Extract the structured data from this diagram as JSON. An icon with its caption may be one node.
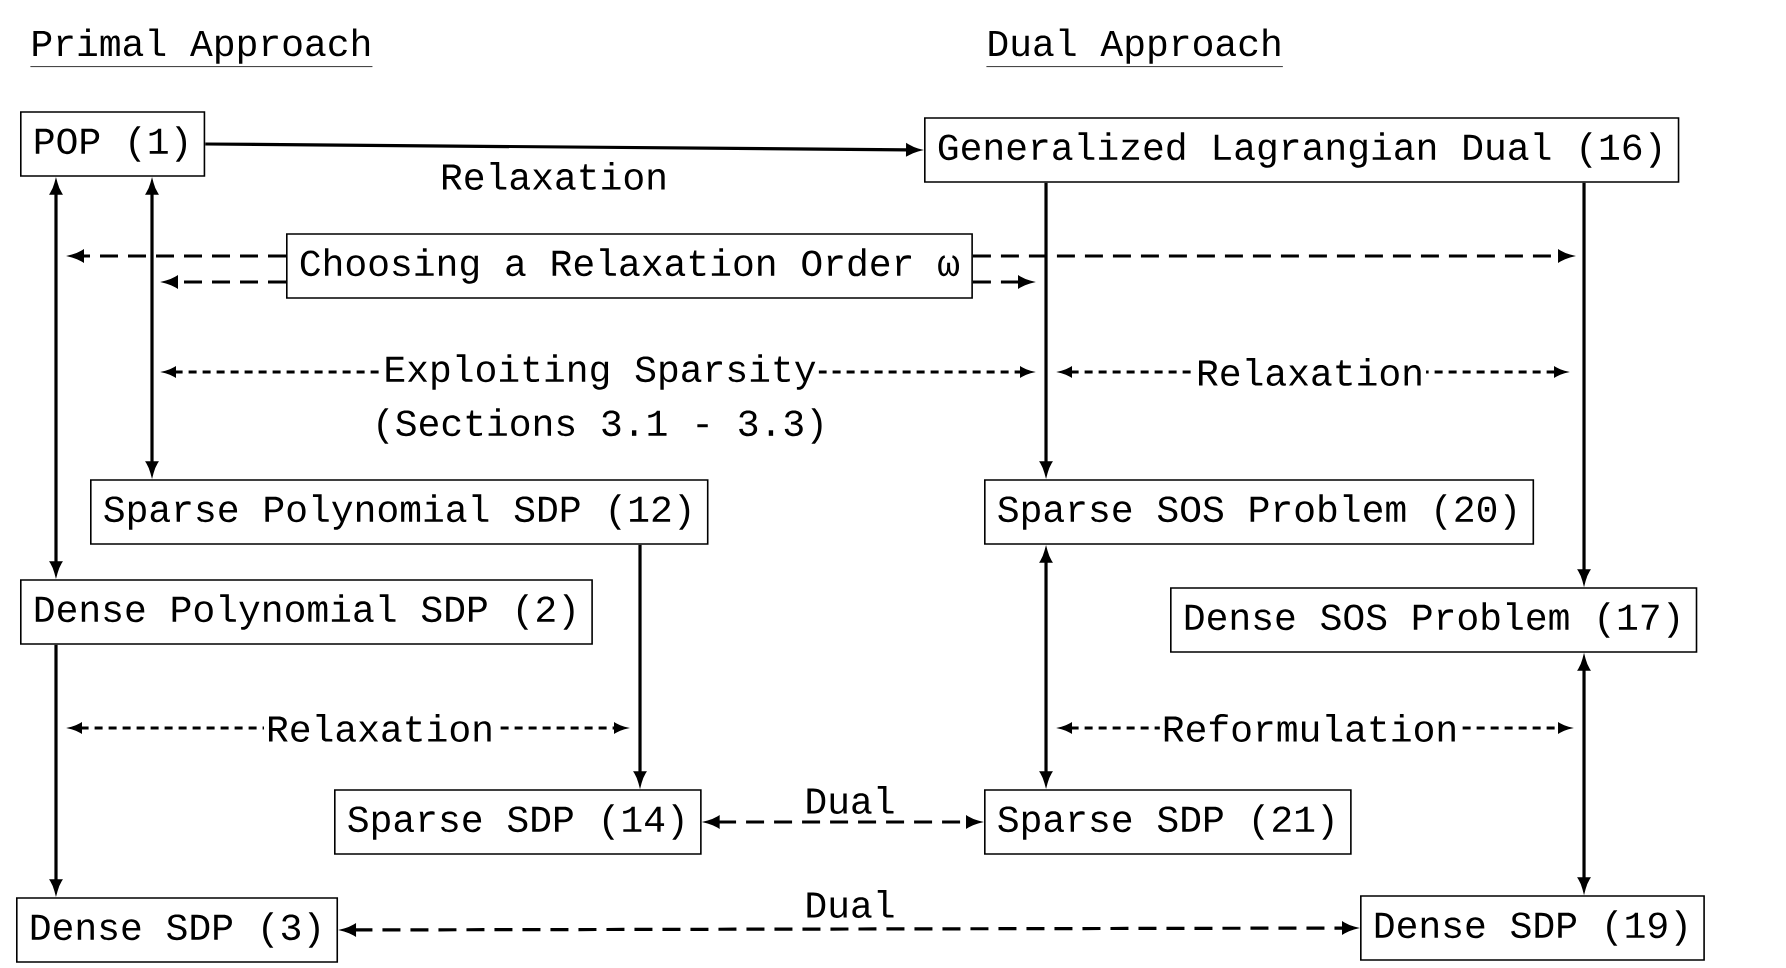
{
  "diagram": {
    "nodes": [
      {
        "text": [
          "POP (1)"
        ]
      },
      {
        "text": [
          "Generalized Lagrangian Dual (16)"
        ]
      },
      {
        "text": [
          "Choosing a Relaxation Order ω"
        ]
      },
      {
        "text": [
          "Sparse Polynomial SDP (12)"
        ]
      },
      {
        "text": [
          "Dense Polynomial SDP (2)"
        ]
      },
      {
        "text": [
          "Sparse SOS Problem (20)"
        ]
      },
      {
        "text": [
          "Dense SOS Problem (17)"
        ]
      },
      {
        "text": [
          "Sparse SDP (14)"
        ]
      },
      {
        "text": [
          "Sparse SDP (21)"
        ]
      },
      {
        "text": [
          "Dense SDP (3)"
        ]
      },
      {
        "text": [
          "Dense SDP (19)"
        ]
      }
    ],
    "edges": [
      {
        "from": 0,
        "to": 1,
        "arrow": "to",
        "label": "Relaxation"
      },
      {
        "from": 0,
        "to": 4,
        "arrow": "both"
      },
      {
        "from": 0,
        "to": 3,
        "arrow": "both"
      },
      {
        "from": 2,
        "to": null,
        "arrow": "to",
        "style": "dashed"
      },
      {
        "from": 2,
        "to": null,
        "arrow": "to",
        "style": "dashed"
      },
      {
        "from": 2,
        "to": null,
        "arrow": "to",
        "style": "dashed"
      },
      {
        "from": 2,
        "to": null,
        "arrow": "to",
        "style": "dashed"
      },
      {
        "from": 1,
        "to": 5,
        "arrow": "to"
      },
      {
        "from": 1,
        "to": 6,
        "arrow": "to"
      },
      {
        "from": 3,
        "to": 7,
        "arrow": "to"
      },
      {
        "from": 4,
        "to": 9,
        "arrow": "to"
      },
      {
        "from": 5,
        "to": 8,
        "arrow": "both"
      },
      {
        "from": 6,
        "to": 10,
        "arrow": "both"
      },
      {
        "from": 7,
        "to": 8,
        "arrow": "both",
        "style": "dashed",
        "label": "Dual"
      },
      {
        "from": 9,
        "to": 10,
        "arrow": "both",
        "style": "dashed",
        "label": "Dual"
      }
    ],
    "labels": [
      "Primal Approach",
      "Dual Approach",
      "Exploiting Sparsity",
      "(Sections 3.1 - 3.3)",
      "Relaxation",
      "Relaxation",
      "Reformulation"
    ]
  }
}
